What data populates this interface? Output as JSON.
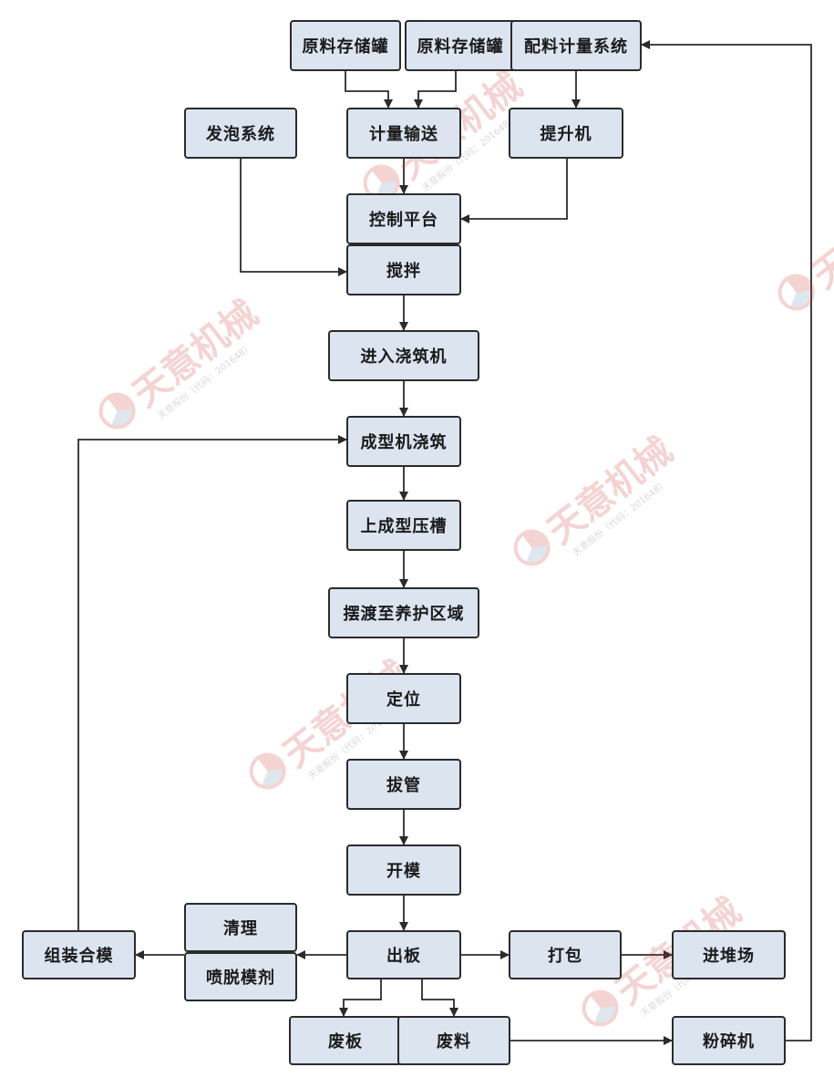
{
  "nodes": {
    "raw_tank_1": "原料存储罐",
    "raw_tank_2": "原料存储罐",
    "batching_system": "配料计量系统",
    "foaming_system": "发泡系统",
    "metering_conveying": "计量输送",
    "elevator": "提升机",
    "control_platform": "控制平台",
    "mixing": "搅拌",
    "enter_pouring_machine": "进入浇筑机",
    "forming_pouring": "成型机浇筑",
    "upper_forming_groove": "上成型压槽",
    "ferry_curing": "摆渡至养护区域",
    "positioning": "定位",
    "pipe_pulling": "拔管",
    "mold_opening": "开模",
    "board_out": "出板",
    "cleaning": "清理",
    "spray_release_agent": "喷脱模剂",
    "assembly_mold": "组装合模",
    "packing": "打包",
    "enter_yard": "进堆场",
    "waste_board": "废板",
    "waste_material": "废料",
    "crusher": "粉碎机"
  },
  "watermark": {
    "text": "天意机械",
    "subtext": "天意股份（代码：201648）",
    "color": "#d0413a"
  }
}
